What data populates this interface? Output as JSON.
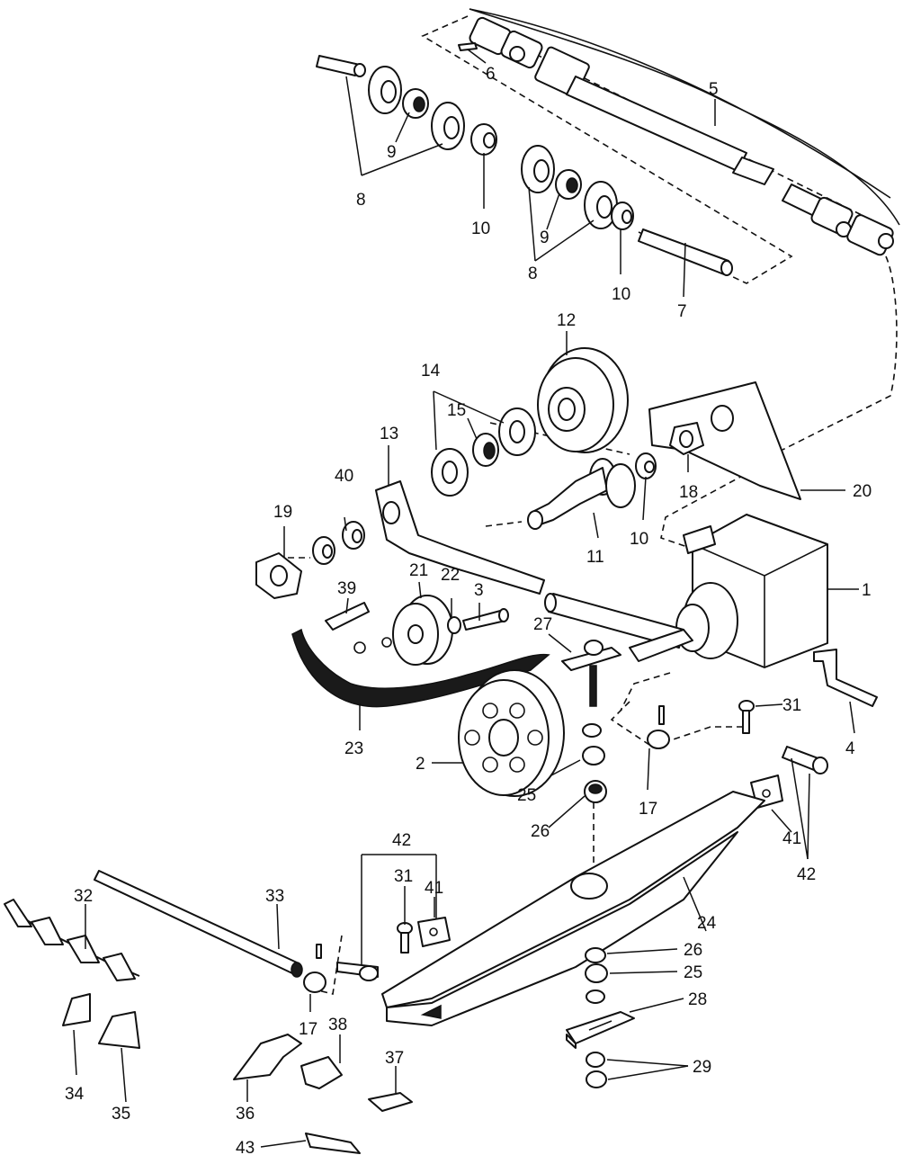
{
  "diagram": {
    "callouts": [
      "1",
      "2",
      "3",
      "4",
      "5",
      "6",
      "7",
      "8",
      "8",
      "9",
      "9",
      "10",
      "10",
      "10",
      "11",
      "12",
      "13",
      "14",
      "15",
      "17",
      "17",
      "18",
      "19",
      "20",
      "21",
      "22",
      "23",
      "24",
      "25",
      "25",
      "26",
      "26",
      "27",
      "28",
      "29",
      "31",
      "31",
      "32",
      "33",
      "34",
      "35",
      "36",
      "37",
      "38",
      "39",
      "40",
      "41",
      "41",
      "42",
      "42",
      "43"
    ]
  }
}
